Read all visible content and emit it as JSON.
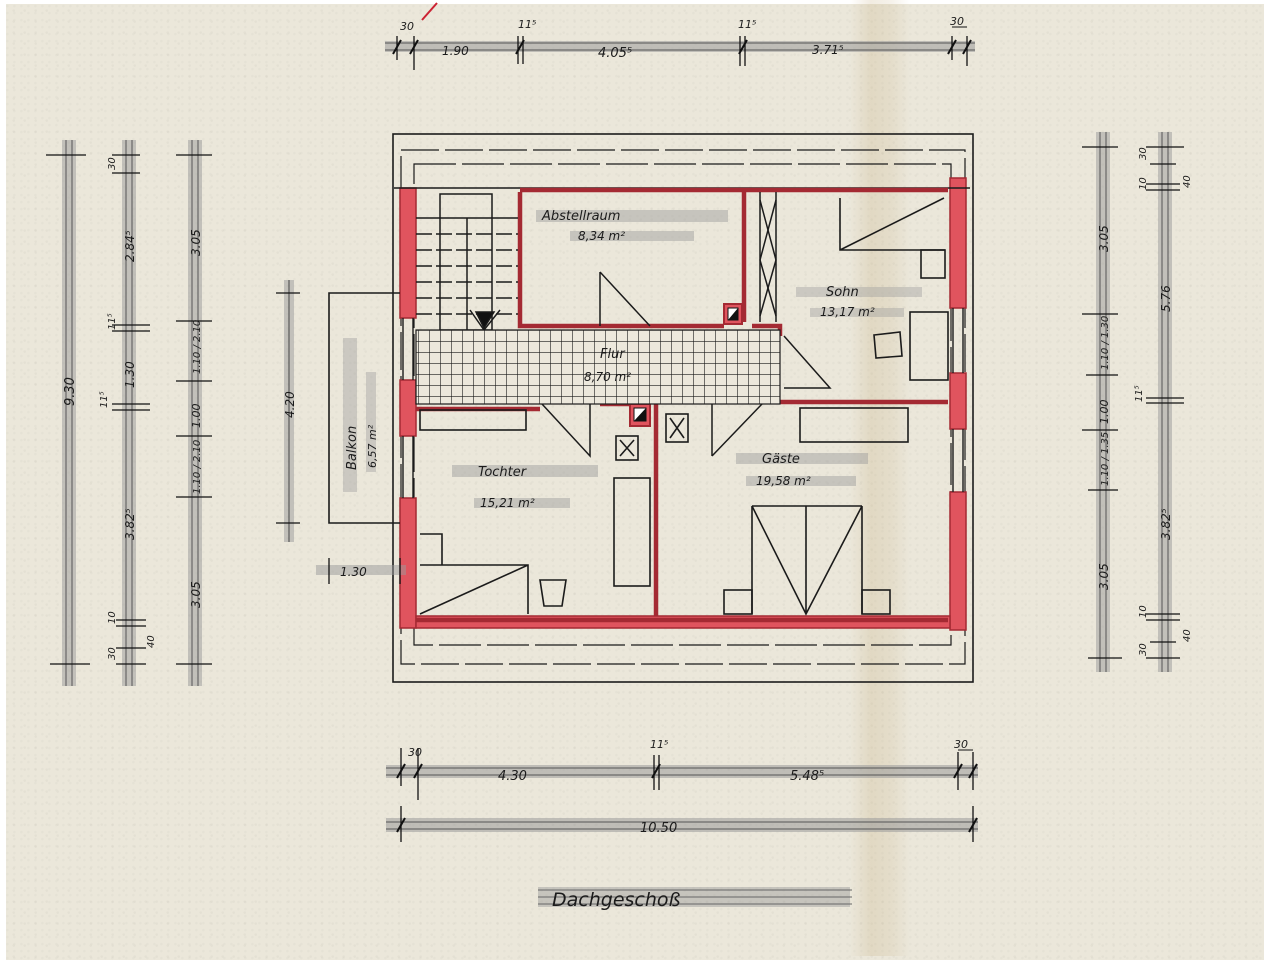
{
  "drawing": {
    "title": "Dachgeschoß",
    "type": "architectural floor plan",
    "colors": {
      "paper": "#ebe7da",
      "wall_fill": "#e0545e",
      "wall_outline": "#a42a33",
      "ink": "#1b1b1b",
      "dimension_band": "#8d8d8d"
    }
  },
  "rooms": [
    {
      "name": "Abstellraum",
      "area": "8,34 m²"
    },
    {
      "name": "Sohn",
      "area": "13,17 m²"
    },
    {
      "name": "Flur",
      "area": "8,70 m²"
    },
    {
      "name": "Tochter",
      "area": "15,21 m²"
    },
    {
      "name": "Gäste",
      "area": "19,58 m²"
    },
    {
      "name": "Balkon",
      "area": "6,57 m²"
    }
  ],
  "dimensions": {
    "top": {
      "labels": [
        "30",
        "1.90",
        "11⁵",
        "4.05⁵",
        "11⁵",
        "3.71⁵",
        "30"
      ]
    },
    "bottom_row1": {
      "labels": [
        "30",
        "4.30",
        "11⁵",
        "5.48⁵",
        "30"
      ]
    },
    "bottom_total": {
      "labels": [
        "10.50"
      ]
    },
    "left_outer": {
      "labels": [
        "9.30"
      ]
    },
    "left_middle": {
      "labels": [
        "30",
        "2.84⁵",
        "11⁵",
        "1.30",
        "11⁵",
        "3.82⁵",
        "10",
        "30",
        "40"
      ]
    },
    "left_inner": {
      "labels": [
        "3.05",
        "1.10 / 2.10",
        "1.00",
        "1.10 / 2.10",
        "3.05"
      ]
    },
    "right_inner": {
      "labels": [
        "3.05",
        "1.10 / 1.30",
        "1.00",
        "1.10 / 1.35",
        "3.05"
      ]
    },
    "right_outer": {
      "labels": [
        "30",
        "10",
        "40",
        "5.76",
        "11⁵",
        "3.82⁵",
        "10",
        "30",
        "40"
      ]
    },
    "balcony_depth": {
      "labels": [
        "4.20"
      ]
    },
    "balcony_width": {
      "labels": [
        "1.30"
      ]
    }
  }
}
